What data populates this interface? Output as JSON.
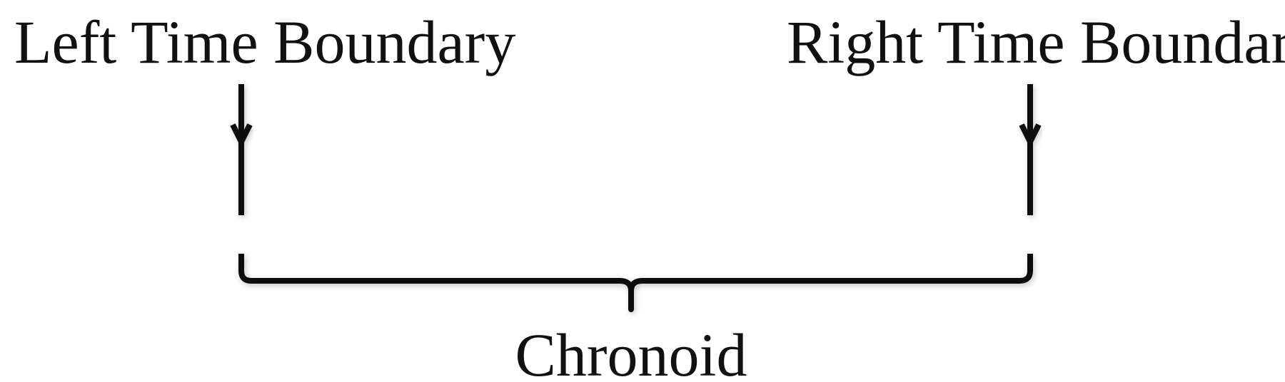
{
  "diagram": {
    "left_label": "Left Time Boundary",
    "right_label": "Right Time Boundary",
    "span_label": "Chronoid"
  },
  "colors": {
    "ink": "#111111",
    "background": "#ffffff"
  }
}
